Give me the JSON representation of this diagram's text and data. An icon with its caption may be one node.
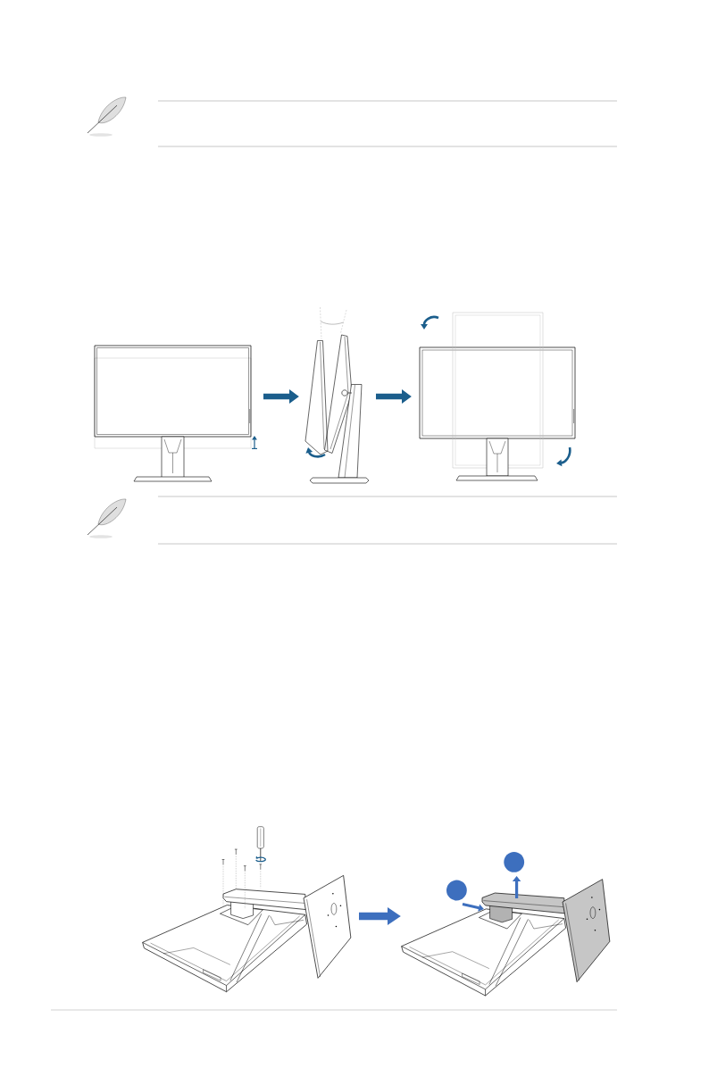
{
  "diagram": {
    "nodes": [
      {
        "text": [],
        "shape": "picture"
      },
      {
        "text": [],
        "shape": "picture"
      },
      {
        "text": [],
        "shape": "picture"
      },
      {
        "text": [],
        "shape": "picture"
      },
      {
        "text": [],
        "shape": "picture"
      }
    ],
    "edges": [
      {
        "from": 0,
        "to": 1,
        "arrow": "to"
      },
      {
        "from": 1,
        "to": 2,
        "arrow": "to"
      },
      {
        "from": 3,
        "to": 4,
        "arrow": "to",
        "color": "#3d6fbe"
      }
    ]
  }
}
